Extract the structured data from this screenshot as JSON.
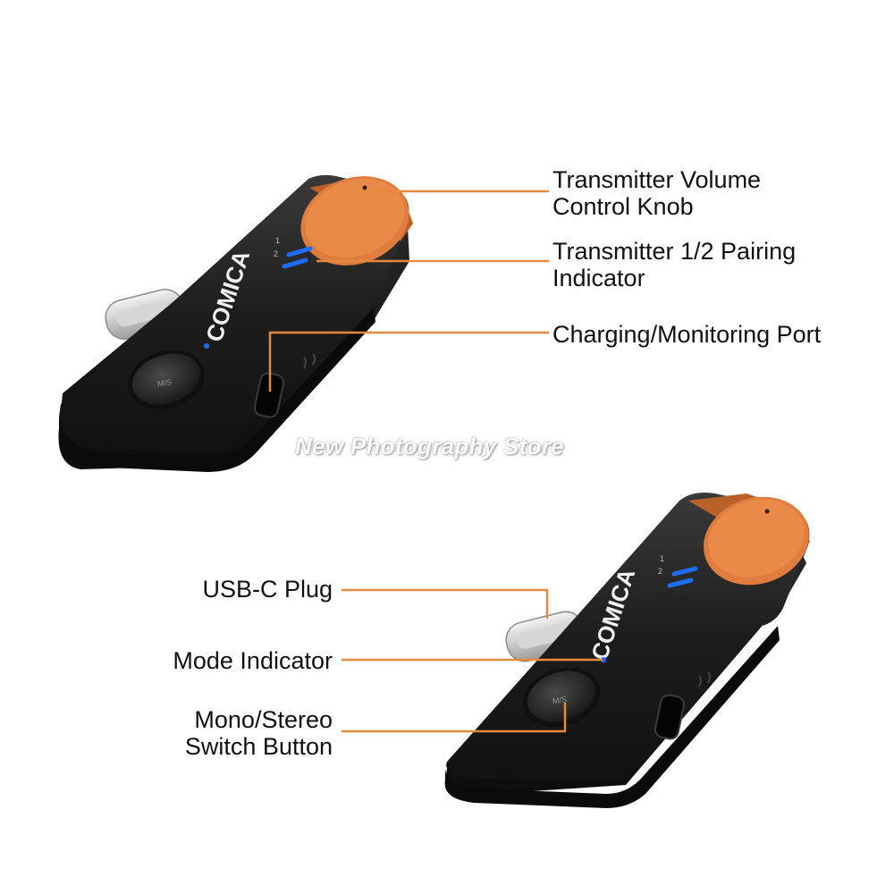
{
  "colors": {
    "accent_orange": "#e58a3c",
    "knob_orange": "#e07d3e",
    "body_black": "#232323",
    "indicator_blue": "#1e6dff"
  },
  "brand": "COMICA",
  "watermark": "New Photography Store",
  "device_top": {
    "channel_marks": [
      "1",
      "2"
    ],
    "button_label": "M/S"
  },
  "device_bottom": {
    "channel_marks": [
      "1",
      "2"
    ],
    "button_label": "M/S"
  },
  "callouts": {
    "volume_knob": [
      "Transmitter Volume",
      "Control Knob"
    ],
    "pairing_indicator": [
      "Transmitter 1/2 Pairing",
      "Indicator"
    ],
    "charging_port": "Charging/Monitoring Port",
    "usb_c_plug": "USB-C Plug",
    "mode_indicator": "Mode Indicator",
    "switch_button": [
      "Mono/Stereo",
      "Switch Button"
    ]
  }
}
